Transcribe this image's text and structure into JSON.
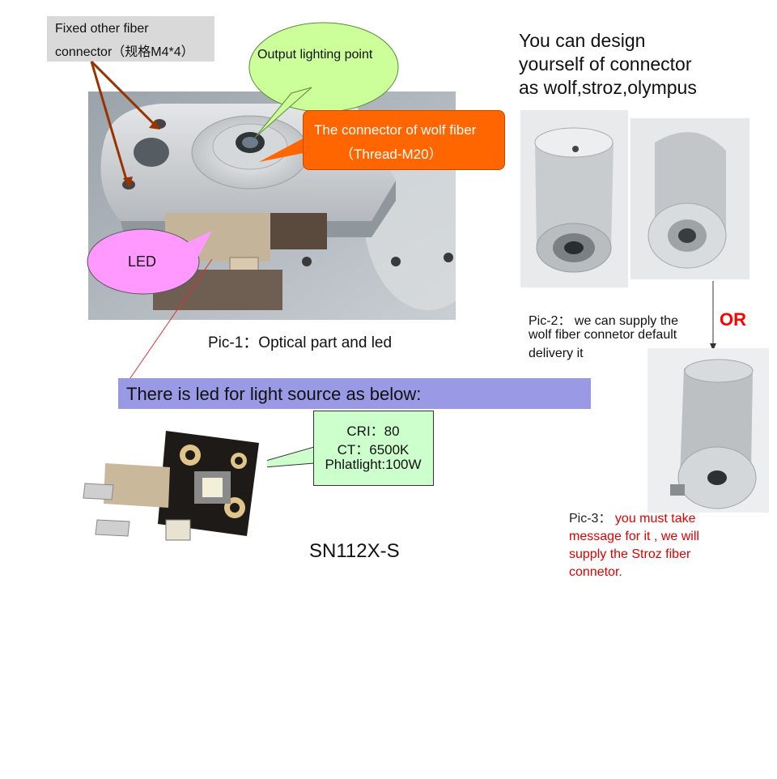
{
  "labels": {
    "fixed_connector_line1": "Fixed other fiber",
    "fixed_connector_line2": "connector（规格M4*4）",
    "output_lighting_point": "Output lighting point",
    "wolf_connector_line1": "The connector of wolf fiber",
    "wolf_connector_line2": "（Thread-M20）",
    "led_bubble": "LED",
    "pic1_caption": "Pic-1：Optical part and led",
    "design_line1": "You can design",
    "design_line2": "yourself of connector",
    "design_line3": "as wolf,stroz,olympus",
    "pic2_line1": "Pic-2：  we can supply the",
    "pic2_line2": "wolf fiber connetor default",
    "pic2_line3": "delivery it",
    "or_label": "OR",
    "led_banner": "There is led for light source as below:",
    "spec_cri": "CRI：80",
    "spec_ct": "CT：6500K",
    "spec_power": "Phlatlight:100W",
    "model_name": "SN112X-S",
    "pic3_prefix": "Pic-3：",
    "pic3_line1": " you must  take",
    "pic3_line2": "message for it , we will",
    "pic3_line3": "supply the Stroz fiber",
    "pic3_line4": "connetor."
  },
  "colors": {
    "gray_label_bg": "#d9d9d9",
    "green_bubble": "#ccff99",
    "orange_box": "#ff6600",
    "pink_bubble": "#ff99ff",
    "lavender_banner": "#9999e6",
    "spec_box_bg": "#ccffcc",
    "or_red": "#ff0000",
    "pic3_red": "#e00000",
    "arrow_brown": "#993300"
  }
}
